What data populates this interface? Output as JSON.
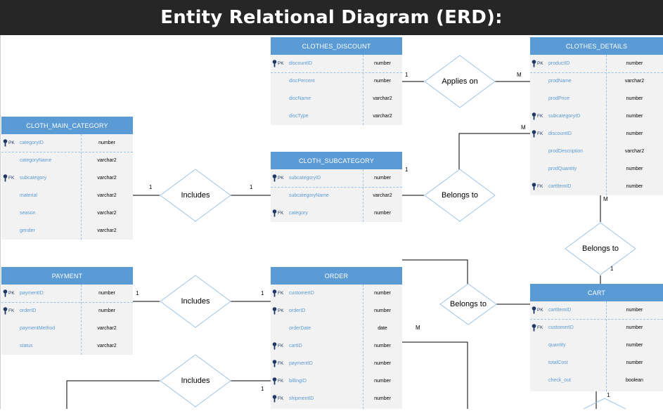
{
  "title": "Entity Relational Diagram (ERD):",
  "colors": {
    "header": "#5b9bd5",
    "body": "#f2f2f2",
    "field": "#5b9bd5",
    "key": "#1f3864",
    "titlebar": "#262626"
  },
  "entities": {
    "clothes_discount": {
      "name": "CLOTHES_DISCOUNT",
      "fields": [
        {
          "key": "PK",
          "name": "discountID",
          "type": "number"
        },
        {
          "key": "",
          "name": "discPercent",
          "type": "number"
        },
        {
          "key": "",
          "name": "discName",
          "type": "varchar2"
        },
        {
          "key": "",
          "name": "discType",
          "type": "varchar2"
        }
      ]
    },
    "clothes_details": {
      "name": "CLOTHES_DETAILS",
      "fields": [
        {
          "key": "PK",
          "name": "productID",
          "type": "number"
        },
        {
          "key": "",
          "name": "prodName",
          "type": "varchar2"
        },
        {
          "key": "",
          "name": "prodPrice",
          "type": "number"
        },
        {
          "key": "FK",
          "name": "subcategoryID",
          "type": "number"
        },
        {
          "key": "FK",
          "name": "discountID",
          "type": "number"
        },
        {
          "key": "",
          "name": "prodDescription",
          "type": "varchar2"
        },
        {
          "key": "",
          "name": "prodQuantity",
          "type": "number"
        },
        {
          "key": "FK",
          "name": "cartItemID",
          "type": "number"
        }
      ]
    },
    "cloth_main_category": {
      "name": "CLOTH_MAIN_CATEGORY",
      "fields": [
        {
          "key": "PK",
          "name": "categoryID",
          "type": "number"
        },
        {
          "key": "",
          "name": "categoryName",
          "type": "varchar2"
        },
        {
          "key": "FK",
          "name": "subcategory",
          "type": "varchar2"
        },
        {
          "key": "",
          "name": "material",
          "type": "varchar2"
        },
        {
          "key": "",
          "name": "season",
          "type": "varchar2"
        },
        {
          "key": "",
          "name": "gender",
          "type": "varchar2"
        }
      ]
    },
    "cloth_subcategory": {
      "name": "CLOTH_SUBCATEGORY",
      "fields": [
        {
          "key": "PK",
          "name": "subcategoryID",
          "type": "number"
        },
        {
          "key": "",
          "name": "subcategoryName",
          "type": "varchar2"
        },
        {
          "key": "FK",
          "name": "category",
          "type": "number"
        }
      ]
    },
    "payment": {
      "name": "PAYMENT",
      "fields": [
        {
          "key": "PK",
          "name": "paymentID",
          "type": "number"
        },
        {
          "key": "FK",
          "name": "orderID",
          "type": "number"
        },
        {
          "key": "",
          "name": "paymentMethod",
          "type": "varchar2"
        },
        {
          "key": "",
          "name": "status",
          "type": "varchar2"
        }
      ]
    },
    "order": {
      "name": "ORDER",
      "fields": [
        {
          "key": "FK",
          "name": "customerID",
          "type": "number"
        },
        {
          "key": "PK",
          "name": "orderID",
          "type": "number"
        },
        {
          "key": "",
          "name": "orderDate",
          "type": "date"
        },
        {
          "key": "FK",
          "name": "cartID",
          "type": "number"
        },
        {
          "key": "FK",
          "name": "paymentID",
          "type": "number"
        },
        {
          "key": "FK",
          "name": "billingID",
          "type": "number"
        },
        {
          "key": "FK",
          "name": "shipmentID",
          "type": "number"
        }
      ]
    },
    "cart": {
      "name": "CART",
      "fields": [
        {
          "key": "PK",
          "name": "cartItemID",
          "type": "number"
        },
        {
          "key": "FK",
          "name": "customerID",
          "type": "number"
        },
        {
          "key": "",
          "name": "quantity",
          "type": "number"
        },
        {
          "key": "",
          "name": "totalCost",
          "type": "number"
        },
        {
          "key": "",
          "name": "check_out",
          "type": "boolean"
        }
      ]
    }
  },
  "relationships": {
    "applies_on": "Applies on",
    "belongs_to_sub": "Belongs to",
    "includes_cat": "Includes",
    "belongs_to_cart": "Belongs to",
    "includes_pay": "Includes",
    "belongs_to_order": "Belongs to",
    "includes_bill": "Includes"
  },
  "cardinalities": {
    "one": "1",
    "many": "M"
  }
}
